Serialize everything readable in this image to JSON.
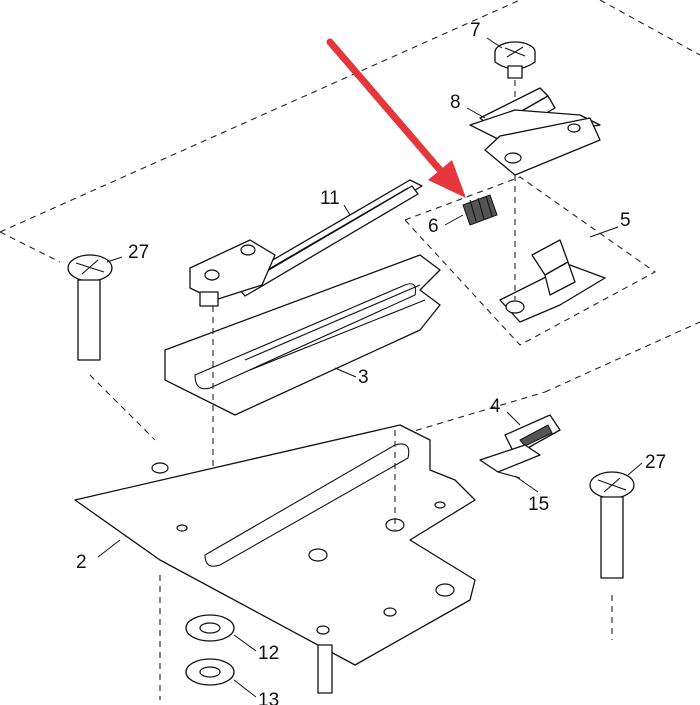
{
  "diagram": {
    "callouts": [
      {
        "id": "c7",
        "label": "7"
      },
      {
        "id": "c8",
        "label": "8"
      },
      {
        "id": "c11",
        "label": "11"
      },
      {
        "id": "c6",
        "label": "6"
      },
      {
        "id": "c5",
        "label": "5"
      },
      {
        "id": "c27a",
        "label": "27"
      },
      {
        "id": "c3",
        "label": "3"
      },
      {
        "id": "c4",
        "label": "4"
      },
      {
        "id": "c27b",
        "label": "27"
      },
      {
        "id": "c15",
        "label": "15"
      },
      {
        "id": "c2",
        "label": "2"
      },
      {
        "id": "c12",
        "label": "12"
      },
      {
        "id": "c13",
        "label": "13"
      }
    ],
    "colors": {
      "arrow": "#e5363b",
      "line": "#111111",
      "hatch": "#555555"
    }
  }
}
